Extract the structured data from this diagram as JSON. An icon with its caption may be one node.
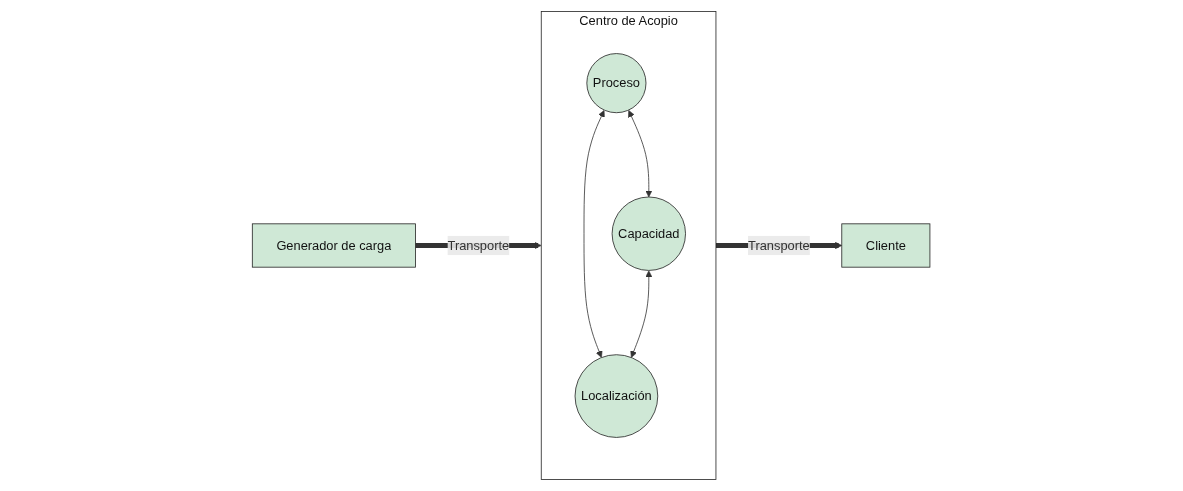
{
  "diagram": {
    "nodes": [
      {
        "text": [
          "Generador de carga"
        ]
      },
      {
        "text": [
          "Centro de Acopio"
        ]
      },
      {
        "text": [
          "Proceso"
        ],
        "in": 1
      },
      {
        "text": [
          "Capacidad"
        ],
        "in": 1
      },
      {
        "text": [
          "Localización"
        ],
        "in": 1
      },
      {
        "text": [
          "Cliente"
        ]
      }
    ],
    "edges": [
      {
        "from": 0,
        "to": 1,
        "arrow": "to",
        "label": "Transporte",
        "style": "thick"
      },
      {
        "from": 1,
        "to": 5,
        "arrow": "to",
        "label": "Transporte",
        "style": "thick"
      },
      {
        "from": 2,
        "to": 3,
        "arrow": "both"
      },
      {
        "from": 2,
        "to": 4,
        "arrow": "both"
      },
      {
        "from": 3,
        "to": 4,
        "arrow": "both"
      }
    ]
  }
}
